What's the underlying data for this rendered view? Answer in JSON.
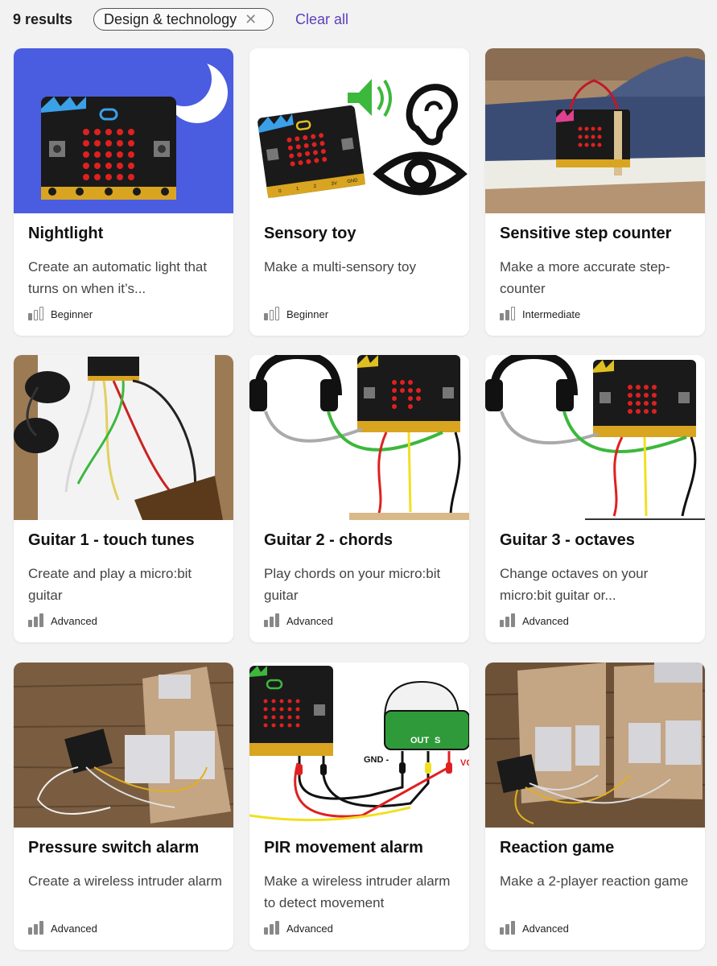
{
  "header": {
    "results_label": "9 results",
    "filter_chip": "Design & technology",
    "clear_all": "Clear all"
  },
  "cards": [
    {
      "title": "Nightlight",
      "desc": "Create an automatic light that turns on when it’s...",
      "level": "Beginner",
      "level_bars": 1
    },
    {
      "title": "Sensory toy",
      "desc": "Make a multi-sensory toy",
      "level": "Beginner",
      "level_bars": 1
    },
    {
      "title": "Sensitive step counter",
      "desc": "Make a more accurate step-counter",
      "level": "Intermediate",
      "level_bars": 2
    },
    {
      "title": "Guitar 1 - touch tunes",
      "desc": "Create and play a micro:bit guitar",
      "level": "Advanced",
      "level_bars": 3
    },
    {
      "title": "Guitar 2 - chords",
      "desc": "Play chords on your micro:bit guitar",
      "level": "Advanced",
      "level_bars": 3
    },
    {
      "title": "Guitar 3 - octaves",
      "desc": "Change octaves on your micro:bit guitar or...",
      "level": "Advanced",
      "level_bars": 3
    },
    {
      "title": "Pressure switch alarm",
      "desc": "Create a wireless intruder alarm",
      "level": "Advanced",
      "level_bars": 3
    },
    {
      "title": "PIR movement alarm",
      "desc": "Make a wireless intruder alarm to detect movement",
      "level": "Advanced",
      "level_bars": 3
    },
    {
      "title": "Reaction game",
      "desc": "Make a 2-player reaction game",
      "level": "Advanced",
      "level_bars": 3
    }
  ],
  "thumbs": {
    "sensory_pin_labels": [
      "0",
      "1",
      "2",
      "3V",
      "GND"
    ],
    "pir_labels": {
      "gnd": "GND -",
      "out": "OUT",
      "s": "S",
      "vcc": "VC"
    }
  },
  "colors": {
    "accent": "#5b3fb8",
    "nightlight_bg": "#4a5ce0",
    "board": "#1a1a1a",
    "led": "#e02020"
  },
  "icons": {
    "clear_chip": "close-icon",
    "level": "signal-bars-icon"
  }
}
